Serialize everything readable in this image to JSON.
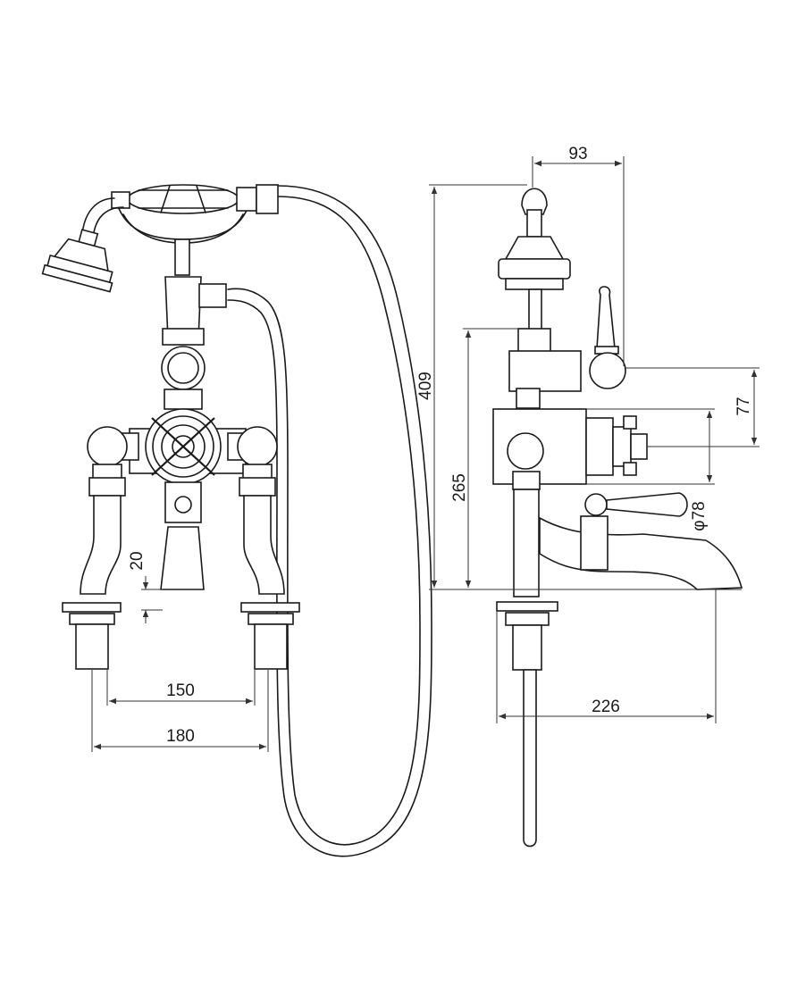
{
  "dimensions": {
    "front_inner_spacing": "150",
    "front_outer_spacing": "180",
    "front_deck_height": "20",
    "side_top_offset": "93",
    "side_total_height": "409",
    "side_body_height": "265",
    "side_handle_offset": "77",
    "side_diameter": "φ78",
    "side_spout_reach": "226"
  },
  "colors": {
    "line": "#1a1a1a",
    "background": "#ffffff"
  }
}
